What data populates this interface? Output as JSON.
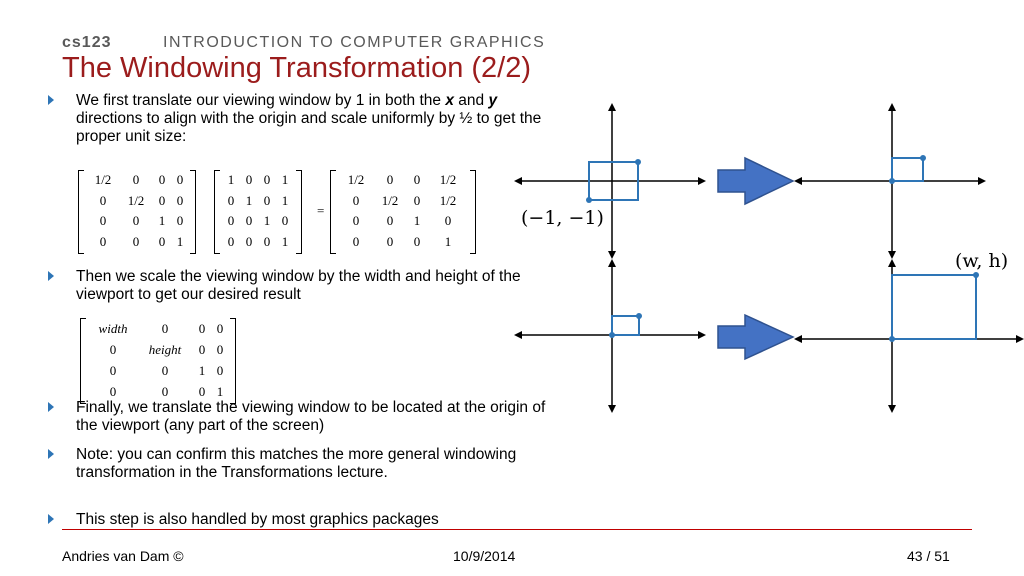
{
  "header": {
    "course_code": "cs123",
    "course_name": "INTRODUCTION TO COMPUTER GRAPHICS"
  },
  "title": "The Windowing Transformation (2/2)",
  "bullets": {
    "b1": {
      "pre": "We first translate our viewing window by 1 in both the ",
      "x": "x",
      "mid": " and ",
      "y": "y",
      "post": " directions to align with the origin and scale uniformly by ½ to get the proper unit size:"
    },
    "b2": "Then we scale the viewing window by the width and height of the viewport to get our desired result",
    "b3": "Finally, we translate the viewing window to be located at the origin of the viewport (any part of the screen)",
    "b4": "Note: you can confirm this matches the more general windowing transformation in the Transformations lecture.",
    "b5": "This step is also handled by most graphics packages"
  },
  "matrices": {
    "scale_half": [
      [
        "1/2",
        "0",
        "0",
        "0"
      ],
      [
        "0",
        "1/2",
        "0",
        "0"
      ],
      [
        "0",
        "0",
        "1",
        "0"
      ],
      [
        "0",
        "0",
        "0",
        "1"
      ]
    ],
    "translate": [
      [
        "1",
        "0",
        "0",
        "1"
      ],
      [
        "0",
        "1",
        "0",
        "1"
      ],
      [
        "0",
        "0",
        "1",
        "0"
      ],
      [
        "0",
        "0",
        "0",
        "1"
      ]
    ],
    "equals": "=",
    "result": [
      [
        "1/2",
        "0",
        "0",
        "1/2"
      ],
      [
        "0",
        "1/2",
        "0",
        "1/2"
      ],
      [
        "0",
        "0",
        "1",
        "0"
      ],
      [
        "0",
        "0",
        "0",
        "1"
      ]
    ],
    "viewport": [
      [
        "width",
        "0",
        "0",
        "0"
      ],
      [
        "0",
        "height",
        "0",
        "0"
      ],
      [
        "0",
        "0",
        "1",
        "0"
      ],
      [
        "0",
        "0",
        "0",
        "1"
      ]
    ]
  },
  "diagram": {
    "label_corner": "(−1, −1)",
    "label_viewport": "(w, h)"
  },
  "colors": {
    "title": "#9b1c1c",
    "accent": "#2e75b6",
    "rule": "#c00000"
  },
  "footer": {
    "author": "Andries van Dam ©",
    "date": "10/9/2014",
    "page": "43 / 51"
  }
}
